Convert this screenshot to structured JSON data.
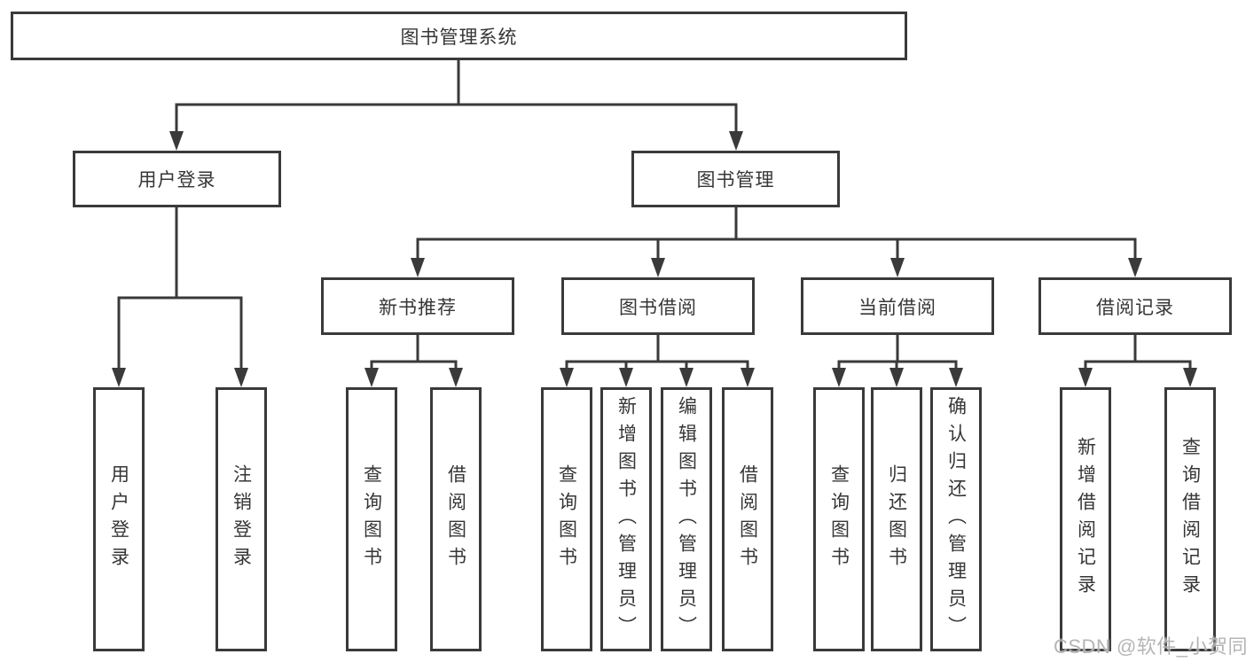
{
  "colors": {
    "line": "#3a3a3a",
    "box_border": "#3a3a3a",
    "text": "#363636",
    "watermark": "#a8a8a8",
    "background": "#ffffff"
  },
  "watermark": {
    "text": "CSDN @软件_小贺同学"
  },
  "tree": {
    "root": "图书管理系统",
    "branches": [
      {
        "label": "用户登录",
        "children": [
          "用户登录",
          "注销登录"
        ]
      },
      {
        "label": "图书管理",
        "groups": [
          {
            "label": "新书推荐",
            "children": [
              "查询图书",
              "借阅图书"
            ]
          },
          {
            "label": "图书借阅",
            "children": [
              "查询图书",
              "新增图书（管理员）",
              "编辑图书（管理员）",
              "借阅图书"
            ]
          },
          {
            "label": "当前借阅",
            "children": [
              "查询图书",
              "归还图书",
              "确认归还（管理员）"
            ]
          },
          {
            "label": "借阅记录",
            "children": [
              "新增借阅记录",
              "查询借阅记录"
            ]
          }
        ]
      }
    ]
  }
}
